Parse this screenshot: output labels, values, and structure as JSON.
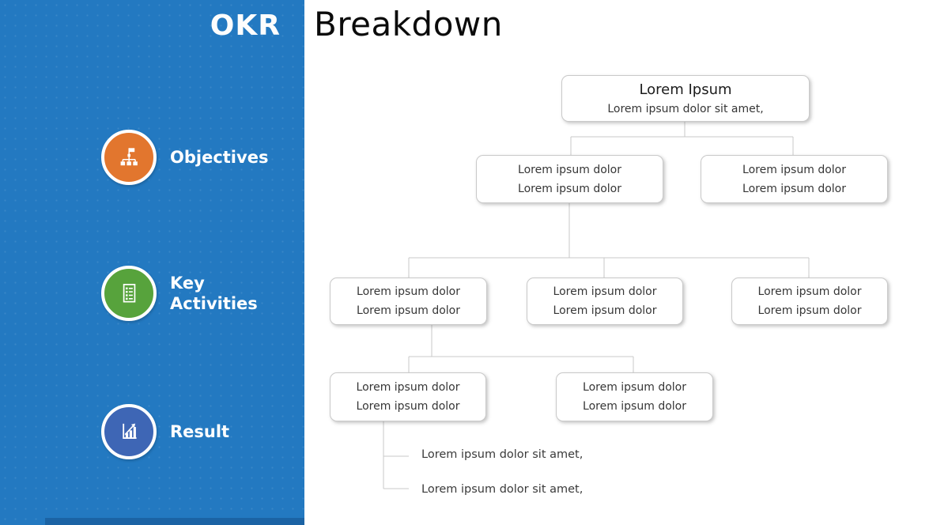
{
  "slide": {
    "title_left": "OKR",
    "title_right": "Breakdown"
  },
  "colors": {
    "sidebar_blue": "#2379C1",
    "sidebar_bottom_strip": "#1B63A4",
    "objectives_orange": "#E2762E",
    "key_activities_green": "#57A33C",
    "result_indigo": "#3E66B5",
    "box_border": "#C9C9C9",
    "connector_gray": "#C8C8C8",
    "body_text": "#363636"
  },
  "sidebar": {
    "items": [
      {
        "label": "Objectives",
        "icon": "org-chart-icon",
        "color": "#E2762E"
      },
      {
        "label": "Key Activities",
        "icon": "checklist-icon",
        "color": "#57A33C"
      },
      {
        "label": "Result",
        "icon": "bar-chart-icon",
        "color": "#3E66B5"
      }
    ]
  },
  "tree": {
    "root": {
      "title": "Lorem Ipsum",
      "subtitle": "Lorem ipsum dolor sit amet,"
    },
    "level2": [
      {
        "lines": [
          "Lorem ipsum dolor",
          "Lorem ipsum dolor"
        ]
      },
      {
        "lines": [
          "Lorem ipsum dolor",
          "Lorem ipsum dolor"
        ]
      }
    ],
    "level3": [
      {
        "lines": [
          "Lorem ipsum dolor",
          "Lorem ipsum dolor"
        ]
      },
      {
        "lines": [
          "Lorem ipsum dolor",
          "Lorem ipsum dolor"
        ]
      },
      {
        "lines": [
          "Lorem ipsum dolor",
          "Lorem ipsum dolor"
        ]
      }
    ],
    "level4": [
      {
        "lines": [
          "Lorem ipsum dolor",
          "Lorem ipsum dolor"
        ]
      },
      {
        "lines": [
          "Lorem ipsum dolor",
          "Lorem ipsum dolor"
        ]
      }
    ],
    "leaves": [
      "Lorem ipsum dolor sit amet,",
      "Lorem ipsum dolor sit amet,"
    ]
  }
}
